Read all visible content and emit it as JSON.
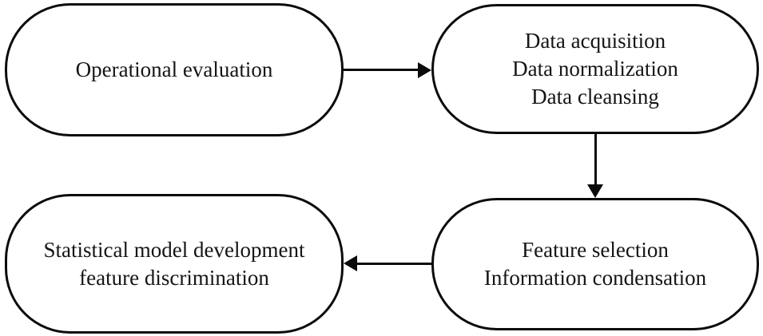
{
  "diagram": {
    "background_color": "#ffffff",
    "stroke_color": "#0b0b0b",
    "text_color": "#151515",
    "nodes": [
      {
        "id": "operational-evaluation",
        "lines": [
          "Operational evaluation"
        ]
      },
      {
        "id": "data-preparation",
        "lines": [
          "Data acquisition",
          "Data normalization",
          "Data cleansing"
        ]
      },
      {
        "id": "feature-selection",
        "lines": [
          "Feature selection",
          "Information condensation"
        ]
      },
      {
        "id": "statistical-model-development",
        "lines": [
          "Statistical model development",
          "feature discrimination"
        ]
      }
    ],
    "edges": [
      {
        "from": "operational-evaluation",
        "to": "data-preparation",
        "direction": "right"
      },
      {
        "from": "data-preparation",
        "to": "feature-selection",
        "direction": "down"
      },
      {
        "from": "feature-selection",
        "to": "statistical-model-development",
        "direction": "left"
      }
    ]
  }
}
